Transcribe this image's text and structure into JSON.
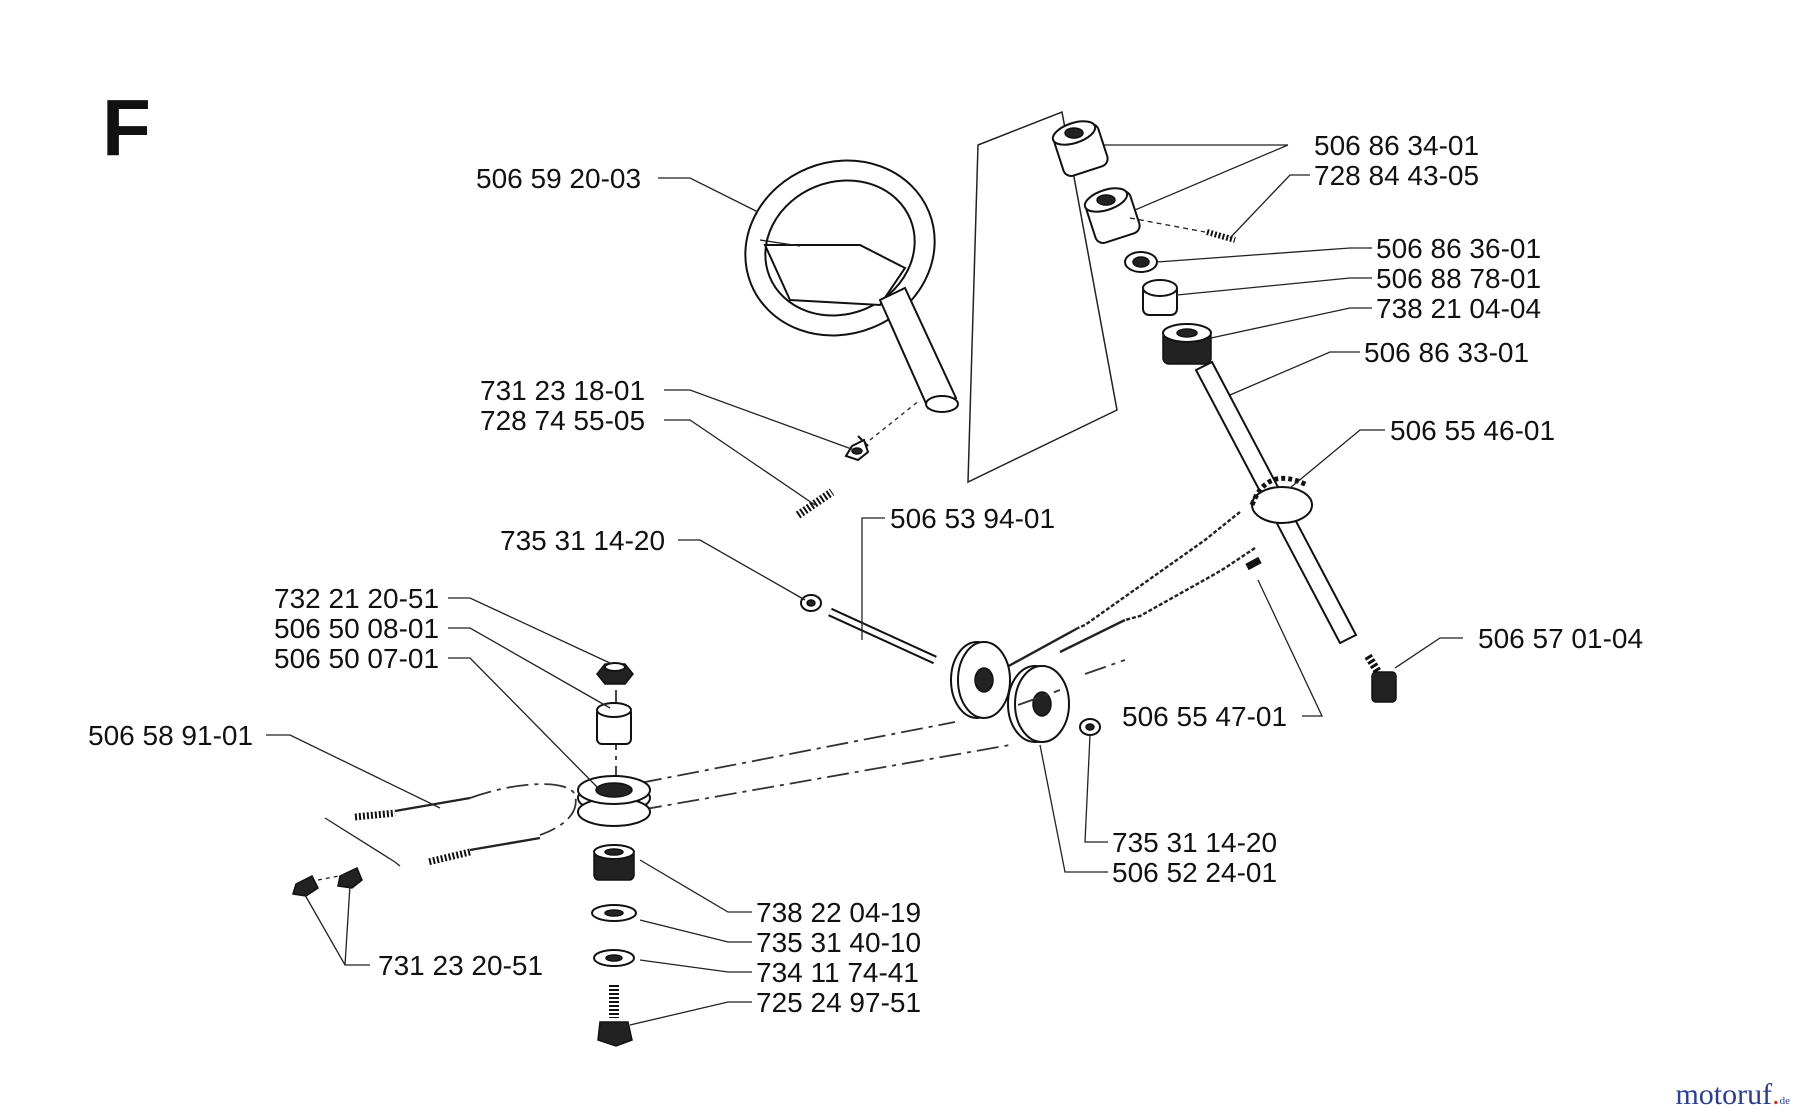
{
  "section_letter": "F",
  "watermark": {
    "main": "motoruf",
    "dot": ".",
    "suffix": "de",
    "colors": {
      "main": "#2a3f8f",
      "accent": "#c0392b"
    }
  },
  "parts": {
    "steering_wheel": "506 59 20-03",
    "screw_a": "731 23 18-01",
    "pin_a": "728 74 55-05",
    "washer_top": "735 31 14-20",
    "shaft": "506 53 94-01",
    "nut_small": "732 21 20-51",
    "bushing_a": "506 50 08-01",
    "bushing_b": "506 50 07-01",
    "cable": "506 58 91-01",
    "nut_pair": "731 23 20-51",
    "bearing_low": "738 22 04-19",
    "circlip": "735 31 40-10",
    "washer_low": "734 11 74-41",
    "bolt_low": "725 24 97-51",
    "collar_1": "506 86 34-01",
    "set_screw": "728 84 43-05",
    "spacer": "506 86 36-01",
    "bushing_c": "506 88 78-01",
    "bearing_top": "738 21 04-04",
    "steering_column": "506 86 33-01",
    "sprocket_chain": "506 55 46-01",
    "bolt_end": "506 57 01-04",
    "chain_link": "506 55 47-01",
    "washer_pulley": "735 31 14-20",
    "pulley": "506 52 24-01"
  }
}
